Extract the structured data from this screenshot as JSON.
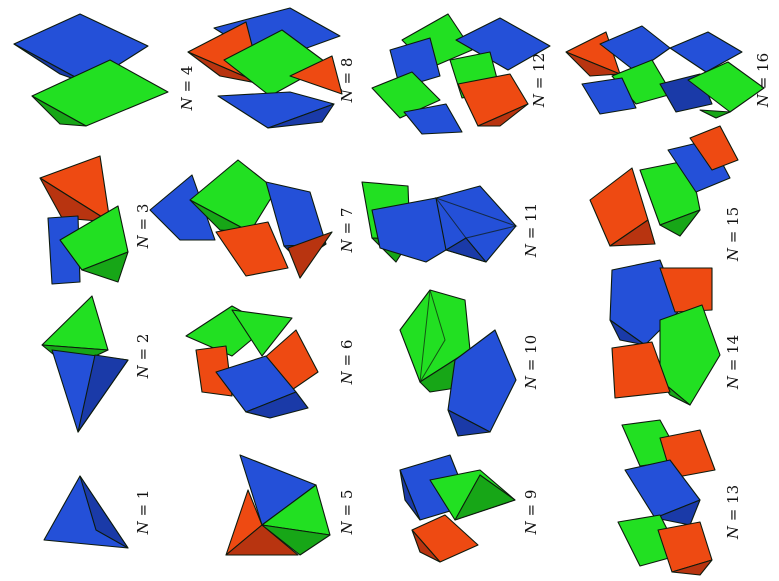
{
  "colors": {
    "blue": "#2450d8",
    "blue_dark": "#1a3aa8",
    "green": "#22e022",
    "green_dark": "#17a617",
    "orange": "#ee4a12",
    "orange_dark": "#b83410",
    "background": "#ffffff"
  },
  "panels": [
    {
      "variable": "N",
      "eq": " = ",
      "value": "1"
    },
    {
      "variable": "N",
      "eq": " = ",
      "value": "2"
    },
    {
      "variable": "N",
      "eq": " = ",
      "value": "3"
    },
    {
      "variable": "N",
      "eq": " = ",
      "value": "4"
    },
    {
      "variable": "N",
      "eq": " = ",
      "value": "5"
    },
    {
      "variable": "N",
      "eq": " = ",
      "value": "6"
    },
    {
      "variable": "N",
      "eq": " = ",
      "value": "7"
    },
    {
      "variable": "N",
      "eq": " = ",
      "value": "8"
    },
    {
      "variable": "N",
      "eq": " = ",
      "value": "9"
    },
    {
      "variable": "N",
      "eq": " = ",
      "value": "10"
    },
    {
      "variable": "N",
      "eq": " = ",
      "value": "11"
    },
    {
      "variable": "N",
      "eq": " = ",
      "value": "12"
    },
    {
      "variable": "N",
      "eq": " = ",
      "value": "13"
    },
    {
      "variable": "N",
      "eq": " = ",
      "value": "14"
    },
    {
      "variable": "N",
      "eq": " = ",
      "value": "15"
    },
    {
      "variable": "N",
      "eq": " = ",
      "value": "16"
    }
  ]
}
